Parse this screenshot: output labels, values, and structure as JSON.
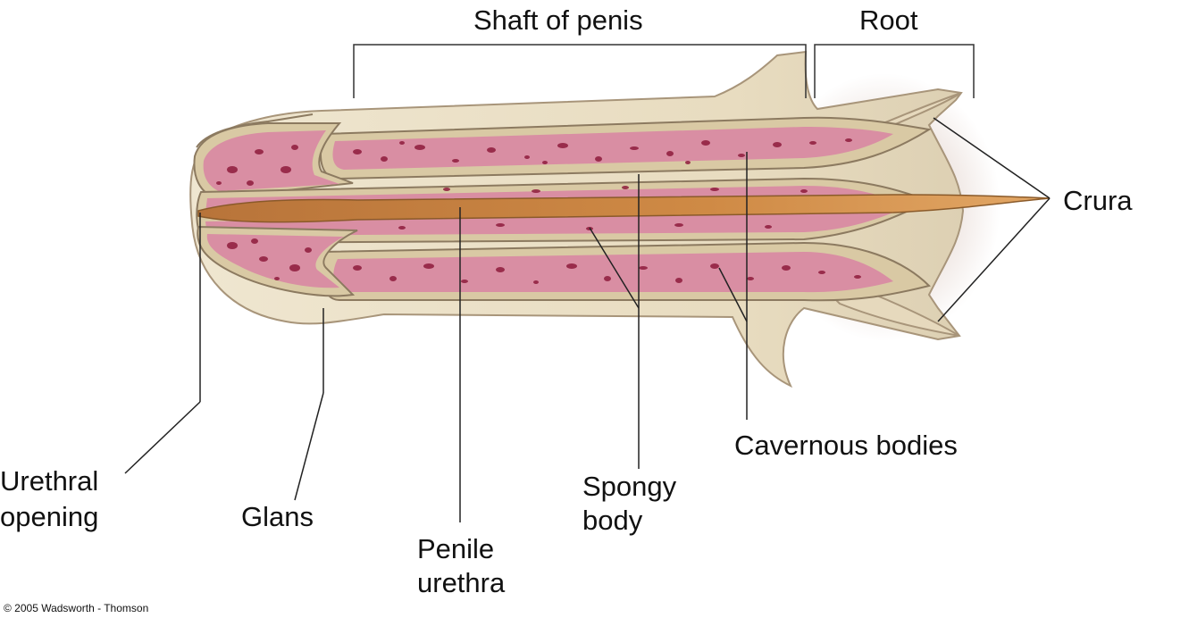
{
  "labels": {
    "shaft": "Shaft of penis",
    "root": "Root",
    "crura": "Crura",
    "cavernous": "Cavernous bodies",
    "spongy_line1": "Spongy",
    "spongy_line2": "body",
    "urethra_line1": "Penile",
    "urethra_line2": "urethra",
    "glans": "Glans",
    "opening_line1": "Urethral",
    "opening_line2": "opening"
  },
  "credit": "© 2005 Wadsworth - Thomson",
  "colors": {
    "skin": "#ece2cc",
    "sheath": "#d9c9a4",
    "tissue": "#d98ea3",
    "spots": "#8e1c3c",
    "urethra": "#c8823c"
  }
}
